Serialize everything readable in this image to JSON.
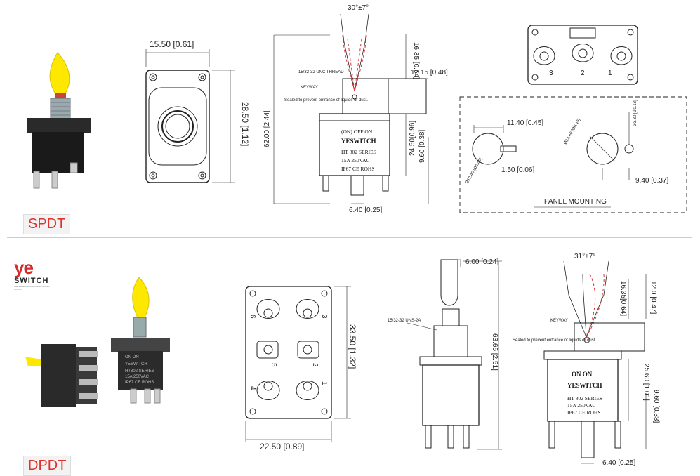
{
  "labels": {
    "spdt": "SPDT",
    "dpdt": "DPDT"
  },
  "brand": {
    "logo_mark": "ye",
    "logo_text": "SWITCH",
    "logo_sub": "SHENZHEN BAOTIAN ELECTRONIC CO.,LTD"
  },
  "spdt": {
    "width_dim": "15.50 [0.61]",
    "height_dim": "28.50 [1.12]",
    "angle": "30°±7°",
    "lever_height": "16.35 [0.64]",
    "body_width": "12.15 [0.48]",
    "total_height": "62.00 [2.44]",
    "body_height": "24.50[0.96]",
    "terminal_height": "9.60 [0.38]",
    "terminal_width": "6.40 [0.25]",
    "thread": "15/32-32 UNC THREAD",
    "keyway": "KEYWAY",
    "sealed": "Sealed to prevent entrance of liquids or dust.",
    "body_text": [
      "(ON) OFF ON",
      "YESWITCH",
      "HT 802 SERIES",
      "15A    250VAC",
      "IP67 CE ROHS"
    ],
    "terminals": [
      "3",
      "2",
      "1"
    ],
    "panel": {
      "title": "PANEL MOUNTING",
      "key_width": "11.40 [0.45]",
      "hole_dia_left": "Ø12.40 [Ø0.49]",
      "key_depth": "1.50 [0.06]",
      "hole_dia_right": "Ø12.40 [Ø0.49]",
      "small_hole": "Ø3.30 [Ø0.13]",
      "spacing": "9.40 [0.37]"
    }
  },
  "dpdt": {
    "height_dim": "33.50 [1.32]",
    "width_dim": "22.50 [0.89]",
    "lever_width": "6.00 [0.24]",
    "thread": "15/32-32 UNS-2A",
    "total_height": "63.65 [2.51]",
    "angle": "31°±7°",
    "lever_height": "16.35[0.64]",
    "body_width": "12.0 [0.47]",
    "keyway": "KEYWAY",
    "sealed": "Sealed to prevent entrance of liquids or dust.",
    "body_height": "25.60 [1.01]",
    "terminal_height": "9.60 [0.38]",
    "terminal_width": "6.40 [0.25]",
    "body_text": [
      "ON      ON",
      "YESWITCH",
      "HT 802 SERIES",
      "15A    250VAC",
      "IP67 CE ROHS"
    ],
    "terminals": [
      "6",
      "3",
      "5",
      "2",
      "4",
      "1"
    ],
    "photo_text": [
      "ON     ON",
      "YESWITCH",
      "HT802 SERIES",
      "15A    250VAC",
      "IP67 CE ROHS"
    ]
  }
}
